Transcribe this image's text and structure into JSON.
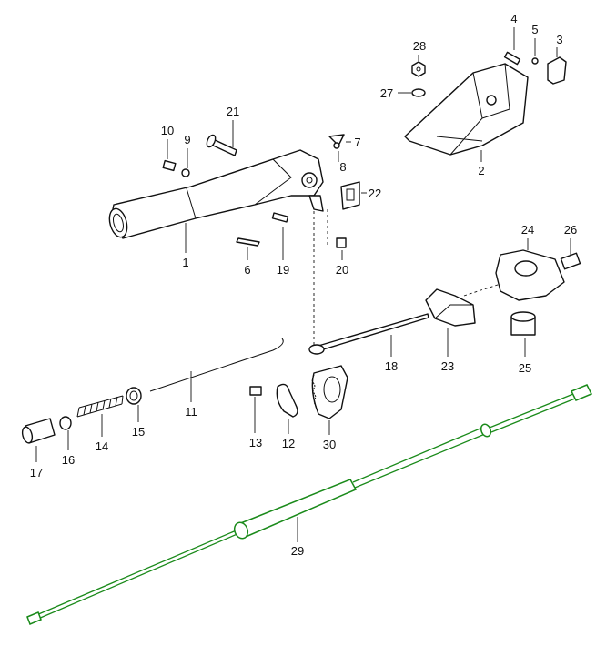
{
  "diagram": {
    "accent_color": "#1a8a1a",
    "parts": {
      "p1": "1",
      "p2": "2",
      "p3": "3",
      "p4": "4",
      "p5": "5",
      "p6": "6",
      "p7": "7",
      "p8": "8",
      "p9": "9",
      "p10": "10",
      "p11": "11",
      "p12": "12",
      "p13": "13",
      "p14": "14",
      "p15": "15",
      "p16": "16",
      "p17": "17",
      "p18": "18",
      "p19": "19",
      "p20": "20",
      "p21": "21",
      "p22": "22",
      "p23": "23",
      "p24": "24",
      "p25": "25",
      "p26": "26",
      "p27": "27",
      "p28": "28",
      "p29": "29",
      "p30": "30"
    }
  }
}
